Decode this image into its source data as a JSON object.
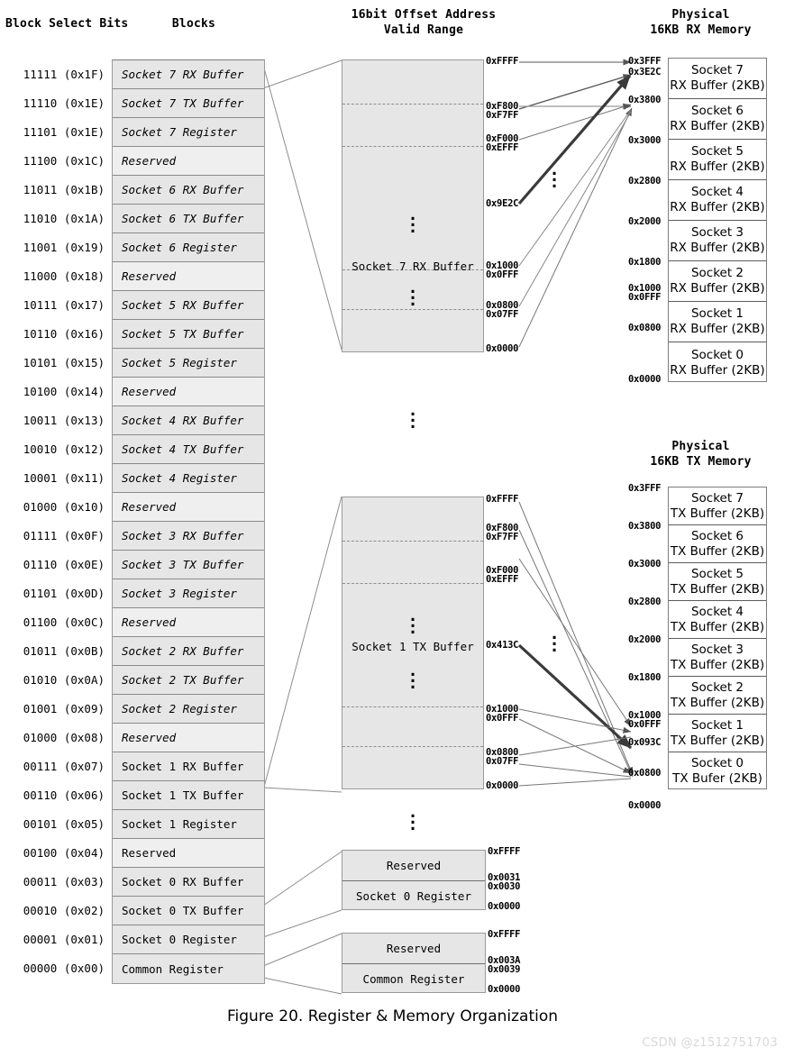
{
  "headers": {
    "block_select_bits": "Block Select Bits",
    "blocks": "Blocks",
    "offset_address": "16bit Offset Address\nValid Range",
    "physical_rx": "Physical\n16KB RX Memory",
    "physical_tx": "Physical\n16KB TX Memory"
  },
  "caption": "Figure 20. Register & Memory Organization",
  "watermark": "CSDN @z1512751703",
  "colors": {
    "block_fill": "#e6e6e6",
    "reserved_fill": "#efefef",
    "block_border": "#8a8a8a",
    "phys_border": "#5c5c5c",
    "arrow": "#555555",
    "arrow_bold": "#3a3a3a",
    "watermark": "#d8d8d8"
  },
  "blocks": [
    {
      "bits": "11111 (0x1F)",
      "label": "Socket 7 RX Buffer",
      "reserved": false,
      "italic": true
    },
    {
      "bits": "11110 (0x1E)",
      "label": "Socket 7 TX Buffer",
      "reserved": false,
      "italic": true
    },
    {
      "bits": "11101 (0x1E)",
      "label": "Socket 7 Register",
      "reserved": false,
      "italic": true
    },
    {
      "bits": "11100 (0x1C)",
      "label": "Reserved",
      "reserved": true,
      "italic": true
    },
    {
      "bits": "11011 (0x1B)",
      "label": "Socket 6 RX Buffer",
      "reserved": false,
      "italic": true
    },
    {
      "bits": "11010 (0x1A)",
      "label": "Socket 6 TX Buffer",
      "reserved": false,
      "italic": true
    },
    {
      "bits": "11001 (0x19)",
      "label": "Socket 6 Register",
      "reserved": false,
      "italic": true
    },
    {
      "bits": "11000 (0x18)",
      "label": "Reserved",
      "reserved": true,
      "italic": true
    },
    {
      "bits": "10111 (0x17)",
      "label": "Socket 5 RX Buffer",
      "reserved": false,
      "italic": true
    },
    {
      "bits": "10110 (0x16)",
      "label": "Socket 5 TX Buffer",
      "reserved": false,
      "italic": true
    },
    {
      "bits": "10101 (0x15)",
      "label": "Socket 5 Register",
      "reserved": false,
      "italic": true
    },
    {
      "bits": "10100 (0x14)",
      "label": "Reserved",
      "reserved": true,
      "italic": true
    },
    {
      "bits": "10011 (0x13)",
      "label": "Socket 4 RX Buffer",
      "reserved": false,
      "italic": true
    },
    {
      "bits": "10010 (0x12)",
      "label": "Socket 4 TX Buffer",
      "reserved": false,
      "italic": true
    },
    {
      "bits": "10001 (0x11)",
      "label": "Socket 4 Register",
      "reserved": false,
      "italic": true
    },
    {
      "bits": "01000 (0x10)",
      "label": "Reserved",
      "reserved": true,
      "italic": true
    },
    {
      "bits": "01111 (0x0F)",
      "label": "Socket 3 RX Buffer",
      "reserved": false,
      "italic": true
    },
    {
      "bits": "01110 (0x0E)",
      "label": "Socket 3 TX Buffer",
      "reserved": false,
      "italic": true
    },
    {
      "bits": "01101 (0x0D)",
      "label": "Socket 3 Register",
      "reserved": false,
      "italic": true
    },
    {
      "bits": "01100 (0x0C)",
      "label": "Reserved",
      "reserved": true,
      "italic": true
    },
    {
      "bits": "01011 (0x0B)",
      "label": "Socket 2 RX Buffer",
      "reserved": false,
      "italic": true
    },
    {
      "bits": "01010 (0x0A)",
      "label": "Socket 2 TX Buffer",
      "reserved": false,
      "italic": true
    },
    {
      "bits": "01001 (0x09)",
      "label": "Socket 2 Register",
      "reserved": false,
      "italic": true
    },
    {
      "bits": "01000 (0x08)",
      "label": "Reserved",
      "reserved": true,
      "italic": true
    },
    {
      "bits": "00111 (0x07)",
      "label": "Socket 1 RX Buffer",
      "reserved": false,
      "italic": false
    },
    {
      "bits": "00110 (0x06)",
      "label": "Socket 1 TX Buffer",
      "reserved": false,
      "italic": false
    },
    {
      "bits": "00101 (0x05)",
      "label": "Socket 1 Register",
      "reserved": false,
      "italic": false
    },
    {
      "bits": "00100 (0x04)",
      "label": "Reserved",
      "reserved": true,
      "italic": false
    },
    {
      "bits": "00011 (0x03)",
      "label": "Socket 0 RX Buffer",
      "reserved": false,
      "italic": false
    },
    {
      "bits": "00010 (0x02)",
      "label": "Socket 0 TX Buffer",
      "reserved": false,
      "italic": false
    },
    {
      "bits": "00001 (0x01)",
      "label": "Socket 0 Register",
      "reserved": false,
      "italic": false
    },
    {
      "bits": "00000 (0x00)",
      "label": "Common Register",
      "reserved": false,
      "italic": false
    }
  ],
  "offset_rx": {
    "label": "Socket 7 RX Buffer",
    "addresses": [
      "0xFFFF",
      "0xF800",
      "0xF7FF",
      "0xF000",
      "0xEFFF",
      "0x9E2C",
      "0x1000",
      "0x0FFF",
      "0x0800",
      "0x07FF",
      "0x0000"
    ]
  },
  "offset_tx": {
    "label": "Socket 1 TX Buffer",
    "addresses": [
      "0xFFFF",
      "0xF800",
      "0xF7FF",
      "0xF000",
      "0xEFFF",
      "0x413C",
      "0x1000",
      "0x0FFF",
      "0x0800",
      "0x07FF",
      "0x0000"
    ]
  },
  "offset_sock0_reg": {
    "rows": [
      "Reserved",
      "Socket 0 Register"
    ],
    "addresses": [
      "0xFFFF",
      "0x0031",
      "0x0030",
      "0x0000"
    ]
  },
  "offset_common_reg": {
    "rows": [
      "Reserved",
      "Common Register"
    ],
    "addresses": [
      "0xFFFF",
      "0x003A",
      "0x0039",
      "0x0000"
    ]
  },
  "physical_rx_memory": {
    "rows": [
      {
        "line1": "Socket 7",
        "line2": "RX Buffer (2KB)"
      },
      {
        "line1": "Socket 6",
        "line2": "RX Buffer (2KB)"
      },
      {
        "line1": "Socket 5",
        "line2": "RX Buffer (2KB)"
      },
      {
        "line1": "Socket 4",
        "line2": "RX Buffer (2KB)"
      },
      {
        "line1": "Socket 3",
        "line2": "RX Buffer (2KB)"
      },
      {
        "line1": "Socket 2",
        "line2": "RX Buffer (2KB)"
      },
      {
        "line1": "Socket 1",
        "line2": "RX Buffer (2KB)"
      },
      {
        "line1": "Socket 0",
        "line2": "RX Buffer (2KB)"
      }
    ],
    "addresses": [
      "0x3FFF",
      "0x3E2C",
      "0x3800",
      "0x3000",
      "0x2800",
      "0x2000",
      "0x1800",
      "0x1000",
      "0x0FFF",
      "0x0800",
      "0x0000"
    ]
  },
  "physical_tx_memory": {
    "rows": [
      {
        "line1": "Socket 7",
        "line2": "TX Buffer (2KB)"
      },
      {
        "line1": "Socket 6",
        "line2": "TX Buffer (2KB)"
      },
      {
        "line1": "Socket 5",
        "line2": "TX Buffer (2KB)"
      },
      {
        "line1": "Socket 4",
        "line2": "TX Buffer (2KB)"
      },
      {
        "line1": "Socket 3",
        "line2": "TX Buffer (2KB)"
      },
      {
        "line1": "Socket 2",
        "line2": "TX Buffer (2KB)"
      },
      {
        "line1": "Socket 1",
        "line2": "TX Buffer (2KB)"
      },
      {
        "line1": "Socket 0",
        "line2": "TX Bufer (2KB)"
      }
    ],
    "addresses": [
      "0x3FFF",
      "0x3800",
      "0x3000",
      "0x2800",
      "0x2000",
      "0x1800",
      "0x1000",
      "0x0FFF",
      "0x093C",
      "0x0800",
      "0x0000"
    ]
  }
}
